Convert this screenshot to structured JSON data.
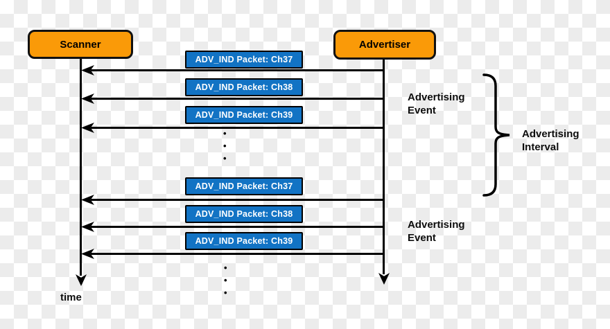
{
  "colors": {
    "actor_fill": "#FA9A08",
    "actor_border": "#111111",
    "packet_fill": "#1273C4",
    "packet_text": "#FFFFFF",
    "line": "#000000",
    "checker_light": "#FFFFFF",
    "checker_gray": "#ECECEC"
  },
  "actors": {
    "scanner": "Scanner",
    "advertiser": "Advertiser"
  },
  "events": [
    {
      "packets": [
        "ADV_IND Packet: Ch37",
        "ADV_IND Packet: Ch38",
        "ADV_IND Packet: Ch39"
      ],
      "label_lines": [
        "Advertising",
        "Event"
      ]
    },
    {
      "packets": [
        "ADV_IND Packet: Ch37",
        "ADV_IND Packet: Ch38",
        "ADV_IND Packet: Ch39"
      ],
      "label_lines": [
        "Advertising",
        "Event"
      ]
    }
  ],
  "interval_label_lines": [
    "Advertising",
    "Interval"
  ],
  "time_label": "time",
  "ellipsis_dots": [
    "•",
    "•",
    "•"
  ]
}
